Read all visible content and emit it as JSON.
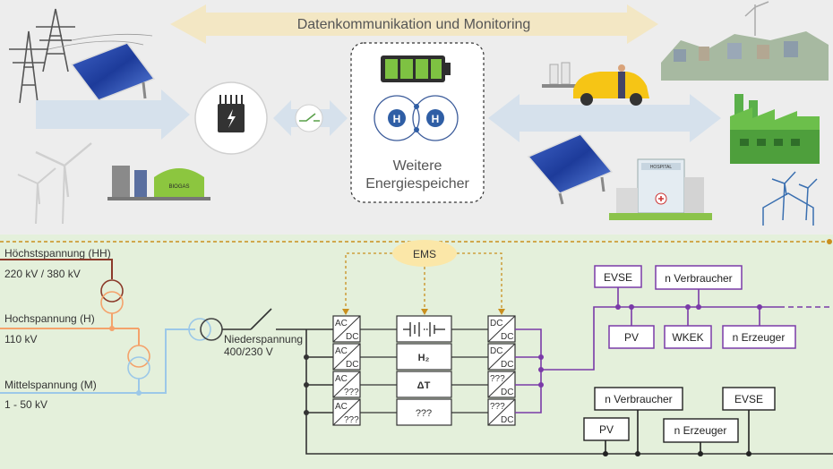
{
  "top": {
    "banner_text": "Datenkommunikation und Monitoring",
    "storage_label_line1": "Weitere",
    "storage_label_line2": "Energiespeicher",
    "hydrogen_symbol": "H",
    "biogas_tag": "BIOGAS",
    "hospital_tag": "HOSPITAL"
  },
  "grid": {
    "hh_title": "Höchstspannung (HH)",
    "hh_value": "220 kV / 380 kV",
    "h_title": "Hochspannung (H)",
    "h_value": "110 kV",
    "m_title": "Mittelspannung (M)",
    "m_value": "1 - 50 kV",
    "nd_title": "Niederspannung",
    "nd_value": "400/230 V"
  },
  "ems": {
    "label": "EMS"
  },
  "converters": {
    "left": [
      {
        "top": "AC",
        "bottom": "DC"
      },
      {
        "top": "AC",
        "bottom": "DC"
      },
      {
        "top": "AC",
        "bottom": "???"
      },
      {
        "top": "AC",
        "bottom": "???"
      }
    ],
    "right": [
      {
        "top": "DC",
        "bottom": "DC"
      },
      {
        "top": "DC",
        "bottom": "DC"
      },
      {
        "top": "???",
        "bottom": "DC"
      },
      {
        "top": "???",
        "bottom": "DC"
      }
    ]
  },
  "storage_boxes": [
    {
      "label": ""
    },
    {
      "label": "H₂"
    },
    {
      "label": "ΔT"
    },
    {
      "label": "???"
    }
  ],
  "dc_nodes": {
    "evse": "EVSE",
    "verbraucher": "n Verbraucher",
    "pv": "PV",
    "wkek": "WKEK",
    "erzeuger": "n Erzeuger"
  },
  "ac_nodes": {
    "verbraucher": "n Verbraucher",
    "evse": "EVSE",
    "pv": "PV",
    "erzeuger": "n Erzeuger"
  },
  "colors": {
    "top_bg": "#ededed",
    "bottom_bg": "#e4f0db",
    "ems_fill": "#fbe7a8",
    "hh_line": "#8b3a2a",
    "h_line": "#f4a26b",
    "m_line": "#9cc8e8",
    "dc_purple": "#7a3aa8",
    "dashed_orange": "#c98f1e"
  }
}
